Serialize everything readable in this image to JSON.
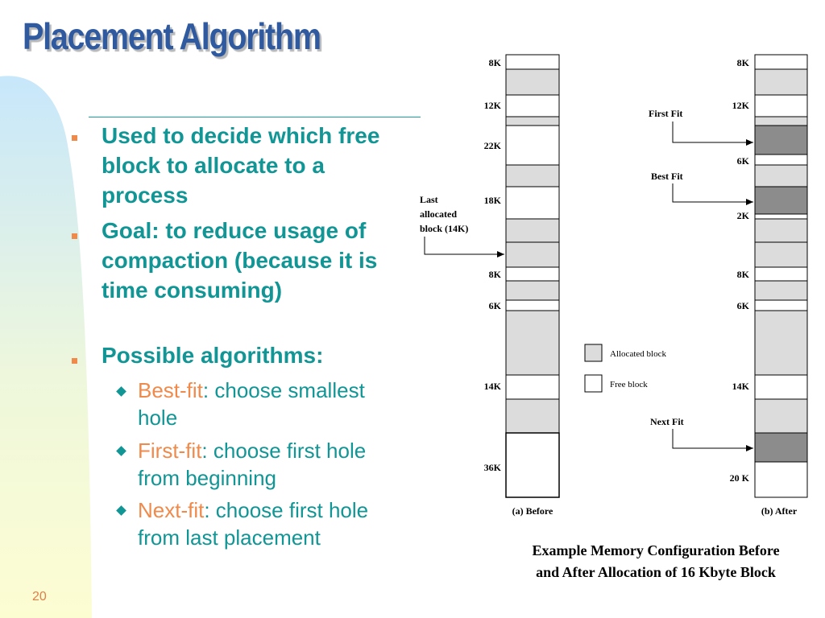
{
  "slide": {
    "title": "Placement Algorithm",
    "page_number": "20",
    "bullets": [
      {
        "text": "Used to decide which free block to allocate to a process"
      },
      {
        "text": "Goal: to reduce usage of compaction (because it is time consuming)"
      },
      {
        "text": "Possible algorithms:"
      }
    ],
    "sub_bullets": [
      {
        "term": "Best-fit",
        "desc": ": choose smallest hole"
      },
      {
        "term": "First-fit",
        "desc": ": choose first hole from beginning"
      },
      {
        "term": "Next-fit",
        "desc": ": choose first hole from last placement"
      }
    ]
  },
  "figure": {
    "caption_line1": "Example Memory Configuration Before",
    "caption_line2": "and After Allocation of 16 Kbyte Block",
    "before_label": "(a) Before",
    "after_label": "(b) After",
    "last_allocated_line1": "Last",
    "last_allocated_line2": "allocated",
    "last_allocated_line3": "block (14K)",
    "first_fit_label": "First Fit",
    "best_fit_label": "Best Fit",
    "next_fit_label": "Next Fit",
    "legend_allocated": "Allocated block",
    "legend_free": "Free block",
    "before_sizes": [
      "8K",
      "12K",
      "22K",
      "18K",
      "8K",
      "6K",
      "14K",
      "36K"
    ],
    "after_sizes": [
      "8K",
      "12K",
      "6K",
      "2K",
      "8K",
      "6K",
      "14K",
      "20 K"
    ],
    "colors": {
      "allocated": "#dcdcdc",
      "free": "#ffffff",
      "new_allocation": "#8c8c8c"
    }
  }
}
